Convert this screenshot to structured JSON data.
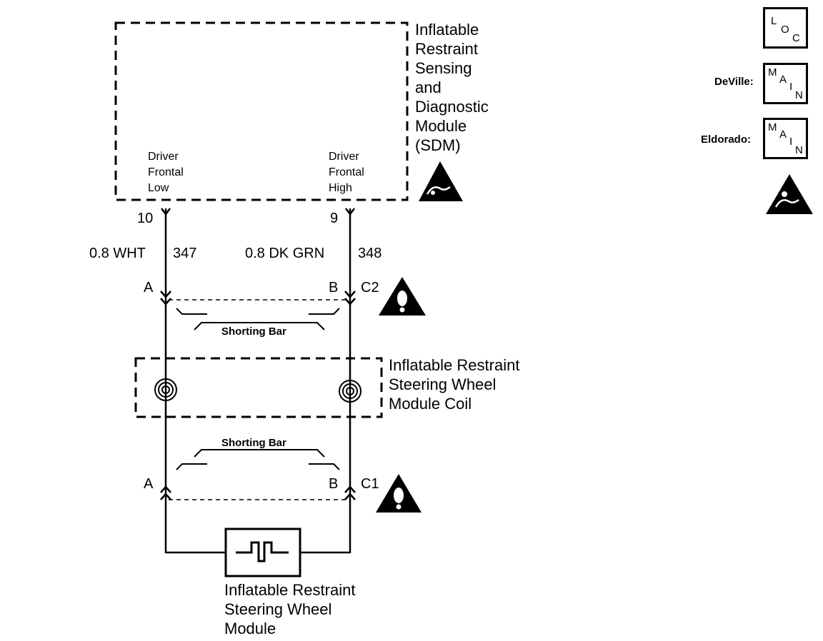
{
  "sdm": {
    "title_lines": [
      "Inflatable",
      "Restraint",
      "Sensing",
      "and",
      "Diagnostic",
      "Module",
      "(SDM)"
    ],
    "pin_left": {
      "lines": [
        "Driver",
        "Frontal",
        "Low"
      ],
      "pin": "10"
    },
    "pin_right": {
      "lines": [
        "Driver",
        "Frontal",
        "High"
      ],
      "pin": "9"
    }
  },
  "wires": {
    "left": {
      "color": "0.8 WHT",
      "circuit": "347"
    },
    "right": {
      "color": "0.8 DK GRN",
      "circuit": "348"
    }
  },
  "connector_c2": {
    "name": "C2",
    "left_cavity": "A",
    "right_cavity": "B",
    "shorting_bar": "Shorting Bar"
  },
  "coil": {
    "title_lines": [
      "Inflatable Restraint",
      "Steering Wheel",
      "Module Coil"
    ]
  },
  "connector_c1": {
    "name": "C1",
    "left_cavity": "A",
    "right_cavity": "B",
    "shorting_bar": "Shorting Bar"
  },
  "module": {
    "title_lines": [
      "Inflatable Restraint",
      "Steering Wheel",
      "Module"
    ]
  },
  "locator": {
    "loc_letters": [
      "L",
      "O",
      "C"
    ],
    "main_letters": [
      "M",
      "A",
      "I",
      "N"
    ],
    "deville_label": "DeVille:",
    "eldorado_label": "Eldorado:"
  },
  "icons": [
    "esd-warning-icon",
    "caution-icon",
    "caution-icon",
    "esd-warning-icon"
  ],
  "colors": {
    "ink": "#000000",
    "paper": "#ffffff"
  }
}
